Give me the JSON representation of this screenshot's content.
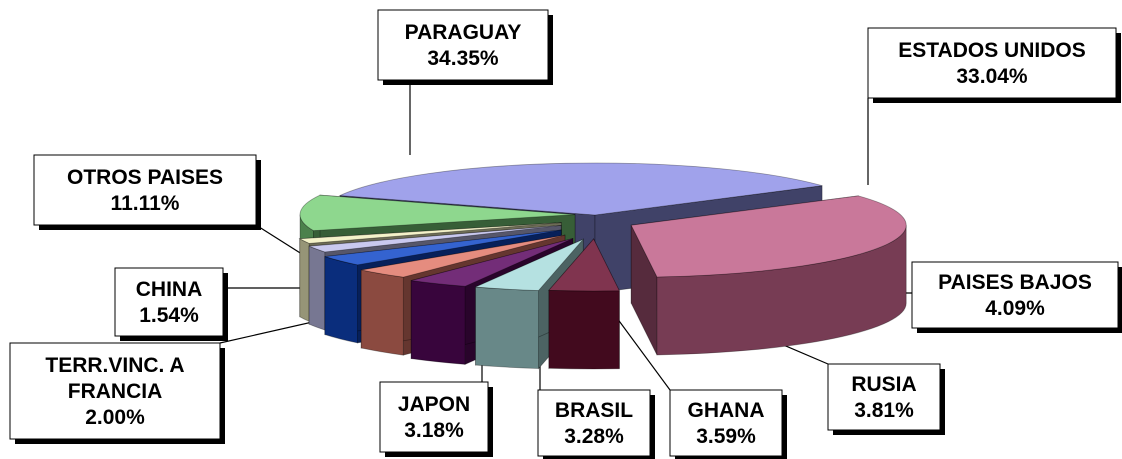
{
  "chart_data": {
    "type": "pie",
    "title": "",
    "series": [
      {
        "slices": [
          {
            "name": "PARAGUAY",
            "value": 34.35,
            "label": "34.35%",
            "color": "#8f92e8"
          },
          {
            "name": "ESTADOS UNIDOS",
            "value": 33.04,
            "label": "33.04%",
            "color": "#c06088"
          },
          {
            "name": "PAISES BAJOS",
            "value": 4.09,
            "label": "4.09%",
            "color": "#6a1030"
          },
          {
            "name": "RUSIA",
            "value": 3.81,
            "label": "3.81%",
            "color": "#a8dcdc"
          },
          {
            "name": "GHANA",
            "value": 3.59,
            "label": "3.59%",
            "color": "#5a0860"
          },
          {
            "name": "BRASIL",
            "value": 3.28,
            "label": "3.28%",
            "color": "#e07868"
          },
          {
            "name": "JAPON",
            "value": 3.18,
            "label": "3.18%",
            "color": "#1048c8"
          },
          {
            "name": "TERR.VINC. A FRANCIA",
            "value": 2.0,
            "label": "2.00%",
            "color": "#c0c0ec"
          },
          {
            "name": "CHINA",
            "value": 1.54,
            "label": "1.54%",
            "color": "#f2f0c0"
          },
          {
            "name": "OTROS PAISES",
            "value": 11.11,
            "label": "11.11%",
            "color": "#7ad07a"
          }
        ]
      }
    ],
    "style": "3d-exploded",
    "legend": "none"
  }
}
